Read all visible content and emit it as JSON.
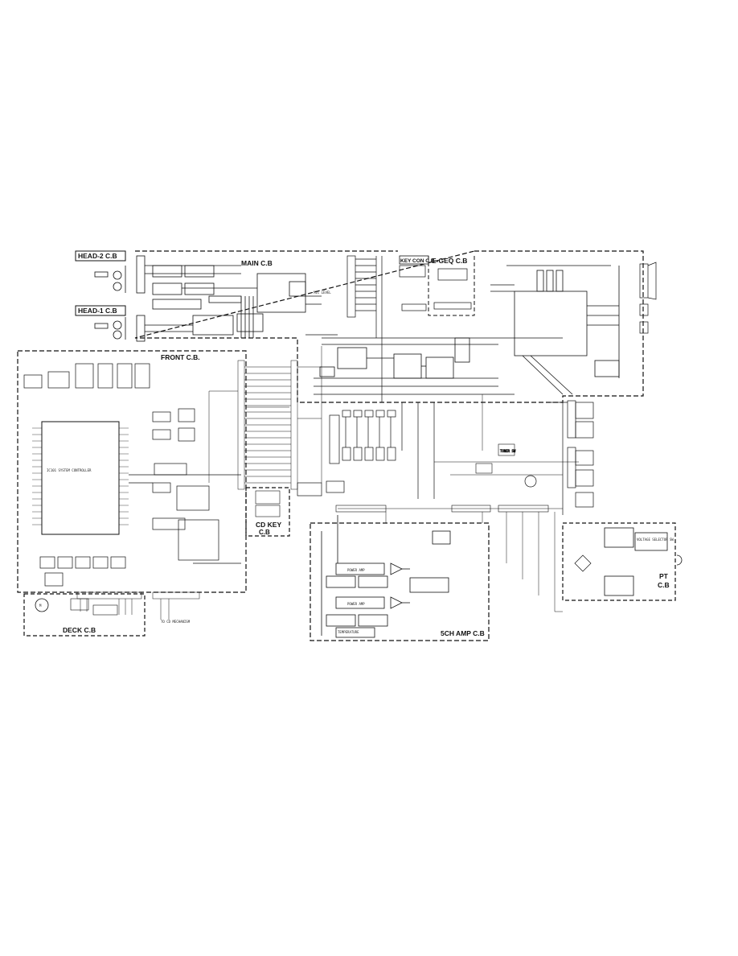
{
  "boards": {
    "head2": "HEAD-2 C.B",
    "head1": "HEAD-1 C.B",
    "main": "MAIN C.B",
    "keycon": "KEY CON C.B",
    "egeq": "E-GEQ C.B",
    "front": "FRONT C.B.",
    "cdkey": "CD KEY",
    "cdkey_sub": "C.B",
    "deck": "DECK C.B",
    "amp": "5CH AMP C.B",
    "pt": "PT",
    "pt_sub": "C.B"
  },
  "blocks": {
    "power_amp": "POWER AMP",
    "temperature": "TEMPERATURE",
    "tuner_sw": "TUNER SW",
    "voltage_sel": "VOLTAGE SELECTOR SW",
    "microcon": "IC101 SYSTEM CONTROLLER",
    "mic_level": "MIC LEVEL",
    "to_cd": "TO CD MECHANISM"
  },
  "colors": {
    "ink": "#111111",
    "paper": "#ffffff"
  }
}
